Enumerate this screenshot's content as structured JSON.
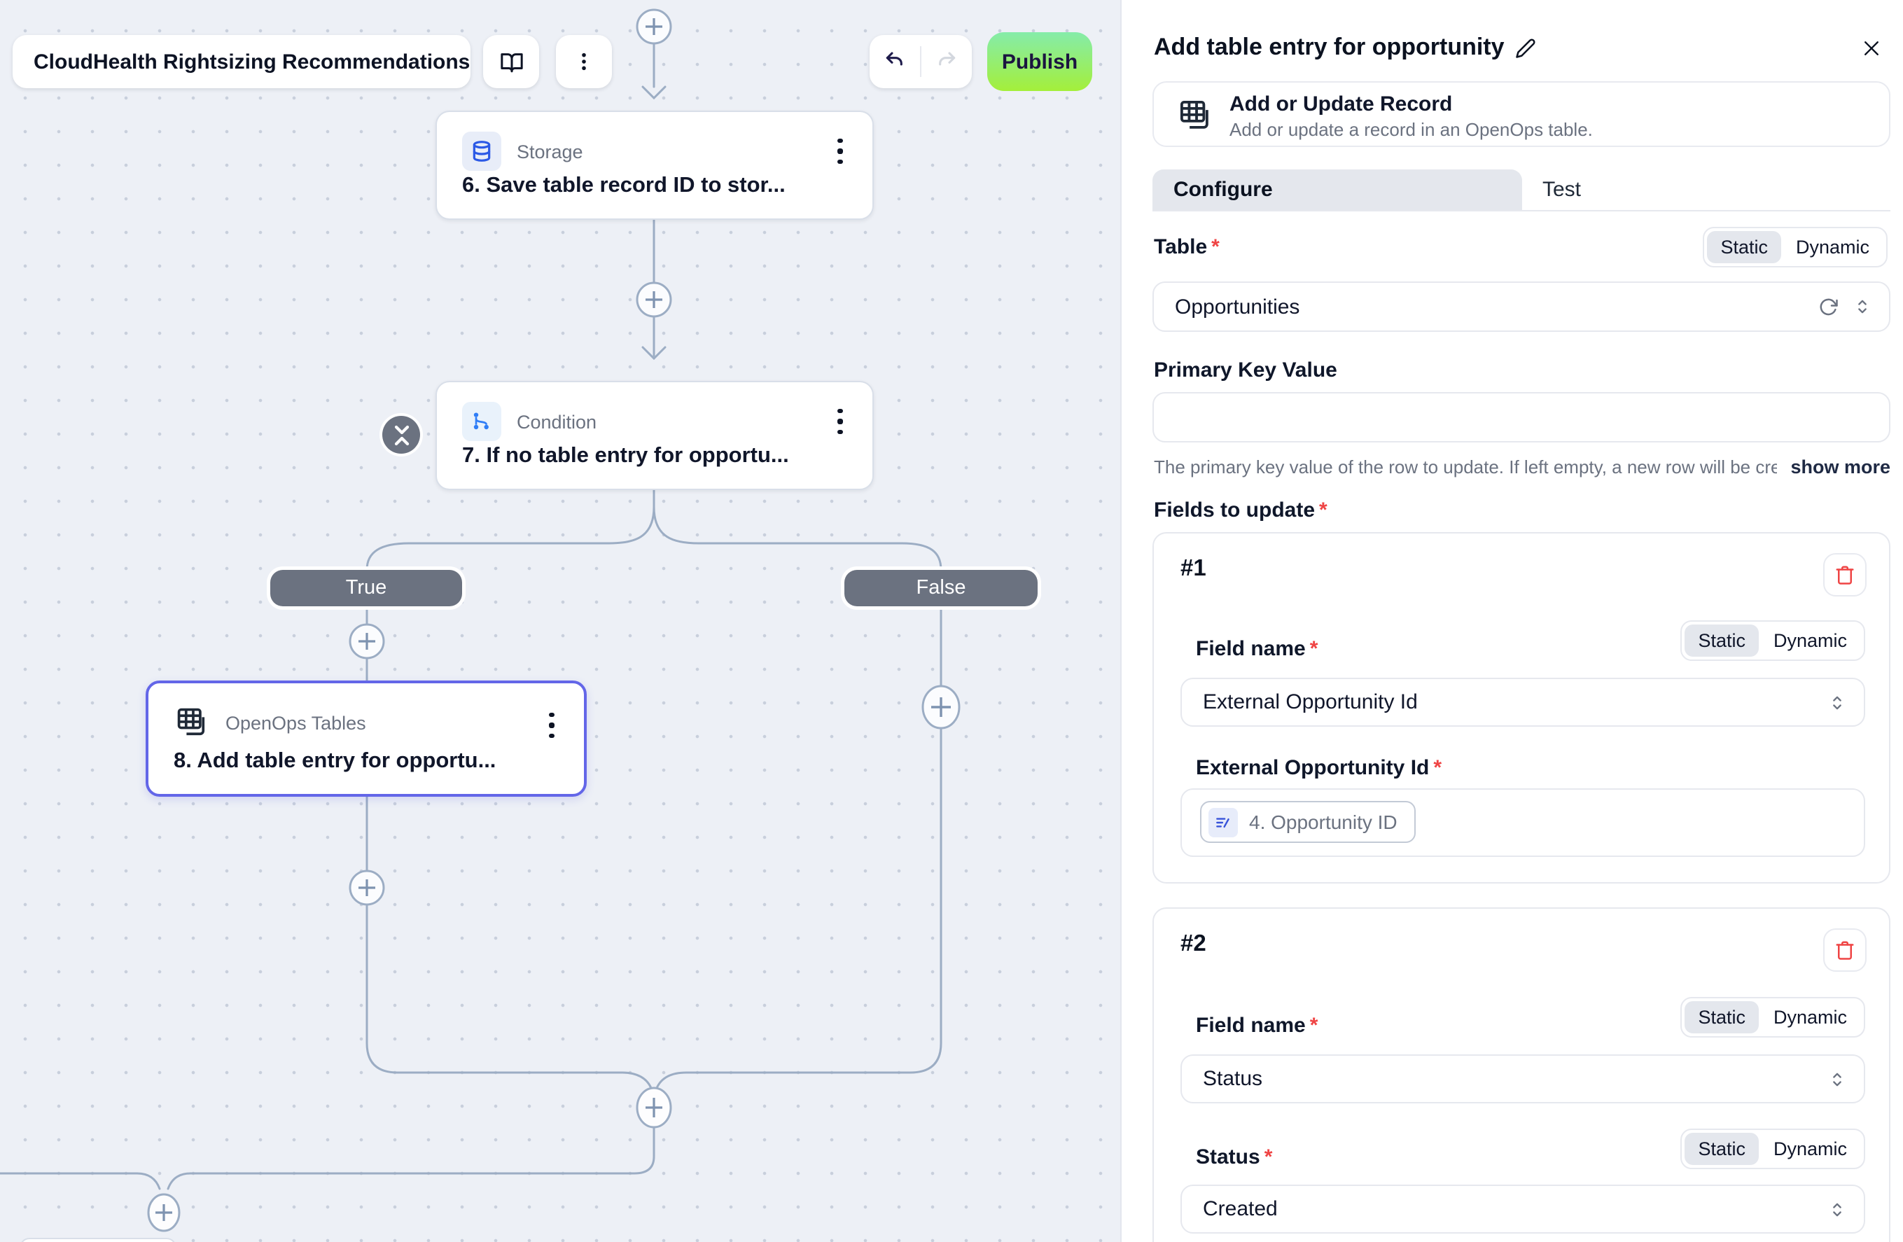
{
  "toolbar": {
    "flow_name": "CloudHealth Rightsizing Recommendations",
    "publish_label": "Publish"
  },
  "canvas": {
    "nodes": {
      "storage": {
        "type_label": "Storage",
        "title": "6. Save table record ID to stor..."
      },
      "condition": {
        "type_label": "Condition",
        "title": "7. If no table entry for opportu..."
      },
      "tables": {
        "type_label": "OpenOps Tables",
        "title": "8. Add table entry for opportu..."
      }
    },
    "branch_labels": {
      "true": "True",
      "false": "False"
    }
  },
  "panel": {
    "title": "Add table entry for opportunity",
    "action": {
      "name": "Add or Update Record",
      "description": "Add or update a record in an OpenOps table."
    },
    "tabs": {
      "configure": "Configure",
      "test": "Test"
    },
    "toggle": {
      "static": "Static",
      "dynamic": "Dynamic"
    },
    "required_marker": "*",
    "table_field": {
      "label": "Table",
      "value": "Opportunities"
    },
    "primary_key": {
      "label": "Primary Key Value",
      "value": "",
      "helper": "The primary key value of the row to update. If left empty, a new row will be cre...",
      "show_more": "show more"
    },
    "fields_to_update": {
      "label": "Fields to update",
      "items": [
        {
          "index": "#1",
          "field_name_label": "Field name",
          "field_name_value": "External Opportunity Id",
          "value_label": "External Opportunity Id",
          "token": "4. Opportunity ID"
        },
        {
          "index": "#2",
          "field_name_label": "Field name",
          "field_name_value": "Status",
          "value_label": "Status",
          "value": "Created"
        }
      ]
    }
  },
  "icons": {
    "flow_chevron": "chevron-down",
    "docs": "book-open",
    "more": "kebab-menu",
    "history": "undo / redo",
    "node_menu": "kebab-menu",
    "storage_icon": "database",
    "condition_icon": "branch",
    "tables_icon": "table-stack",
    "edit": "pencil",
    "close": "x",
    "refresh": "rotate-cw",
    "select_caret": "chevrons-up-down",
    "delete": "trash",
    "token_icon": "variable-lines",
    "collapse": "collapse-chevrons",
    "add_step": "plus"
  },
  "colors": {
    "canvas_bg": "#edf0f6",
    "connector": "#9cadc4",
    "selected_node_border": "#6366e8",
    "branch_badge": "#6b7280",
    "publish_gradient_top": "#85ecaa",
    "publish_gradient_bottom": "#a4ef3a",
    "danger": "#ef4444",
    "accent_blue": "#2b59e6"
  }
}
